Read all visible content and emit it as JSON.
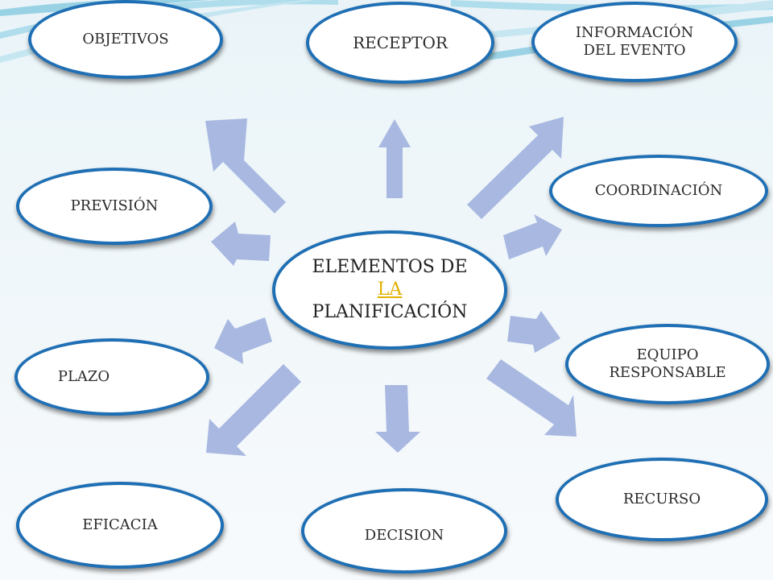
{
  "colors": {
    "background": "#f2f7fa",
    "node_border": "#1f6fb4",
    "arrow_fill": "#a8b8e0",
    "stripe": "#5ab8d6",
    "link": "#e2b100"
  },
  "center": {
    "line1": "ELEMENTOS DE",
    "link": "LA",
    "line3": "PLANIFICACIÓN"
  },
  "nodes": {
    "objetivos": "OBJETIVOS",
    "receptor": "RECEPTOR",
    "informacion": "INFORMACIÓN\nDEL EVENTO",
    "prevision": "PREVISIÓN",
    "coordinacion": "COORDINACIÓN",
    "plazo": "PLAZO",
    "equipo": "EQUIPO\nRESPONSABLE",
    "eficacia": "EFICACIA",
    "decision": "DECISION",
    "recurso": "RECURSO"
  }
}
